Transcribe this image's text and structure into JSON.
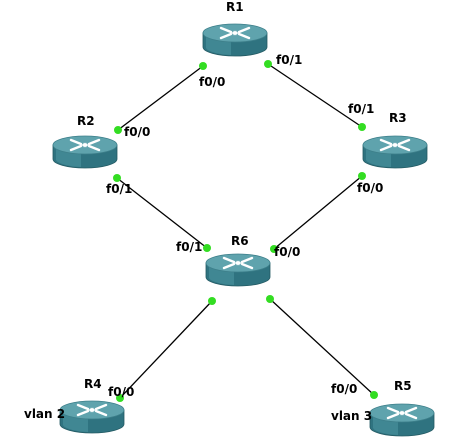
{
  "colors": {
    "link": "#000000",
    "port_dot": "#33dd22",
    "router_top": "#5fa3ad",
    "router_side": "#2f7380",
    "router_arrow": "#ffffff",
    "background": "#ffffff"
  },
  "icons": {
    "router": "router-icon",
    "port": "port-up-dot"
  },
  "routers": [
    {
      "id": "R1",
      "label": "R1",
      "vlan": ""
    },
    {
      "id": "R2",
      "label": "R2",
      "vlan": ""
    },
    {
      "id": "R3",
      "label": "R3",
      "vlan": ""
    },
    {
      "id": "R6",
      "label": "R6",
      "vlan": ""
    },
    {
      "id": "R4",
      "label": "R4",
      "vlan": "vlan 2"
    },
    {
      "id": "R5",
      "label": "R5",
      "vlan": "vlan 3"
    }
  ],
  "links": [
    {
      "from": "R1",
      "from_port": "f0/0",
      "to": "R2",
      "to_port": "f0/0"
    },
    {
      "from": "R1",
      "from_port": "f0/1",
      "to": "R3",
      "to_port": "f0/1"
    },
    {
      "from": "R2",
      "from_port": "f0/1",
      "to": "R6",
      "to_port": "f0/1"
    },
    {
      "from": "R3",
      "from_port": "f0/0",
      "to": "R6",
      "to_port": "f0/0"
    },
    {
      "from": "R6",
      "from_port": "",
      "to": "R4",
      "to_port": "f0/0"
    },
    {
      "from": "R6",
      "from_port": "",
      "to": "R5",
      "to_port": "f0/0"
    }
  ]
}
